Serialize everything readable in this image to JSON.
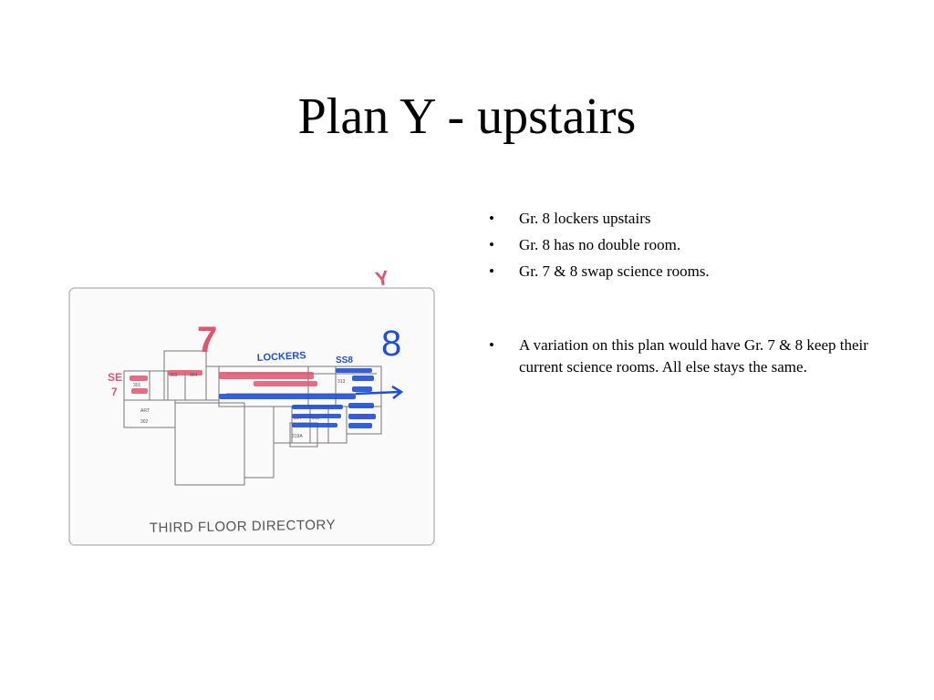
{
  "slide": {
    "title": "Plan Y - upstairs",
    "bullets": [
      "Gr. 8 lockers upstairs",
      "Gr. 8 has no double room.",
      "Gr. 7 & 8 swap science rooms.",
      "A variation on this plan would have Gr. 7 & 8 keep their current science rooms.  All else stays the same."
    ],
    "bullet_symbol": "•"
  },
  "floor_plan": {
    "caption": "THIRD FLOOR DIRECTORY",
    "annotations": {
      "plan_letter": "Y",
      "grade_7": "7",
      "grade_8": "8",
      "lockers": "LOCKERS",
      "science_left": "SE",
      "science_left_grade": "7",
      "science_right": "SS8"
    },
    "room_labels": [
      "301",
      "303",
      "304",
      "313",
      "314",
      "315",
      "302",
      "ART",
      "319",
      "319A"
    ],
    "colors": {
      "pink": "#e0556e",
      "blue": "#1e4fd8",
      "line": "#777777"
    }
  }
}
